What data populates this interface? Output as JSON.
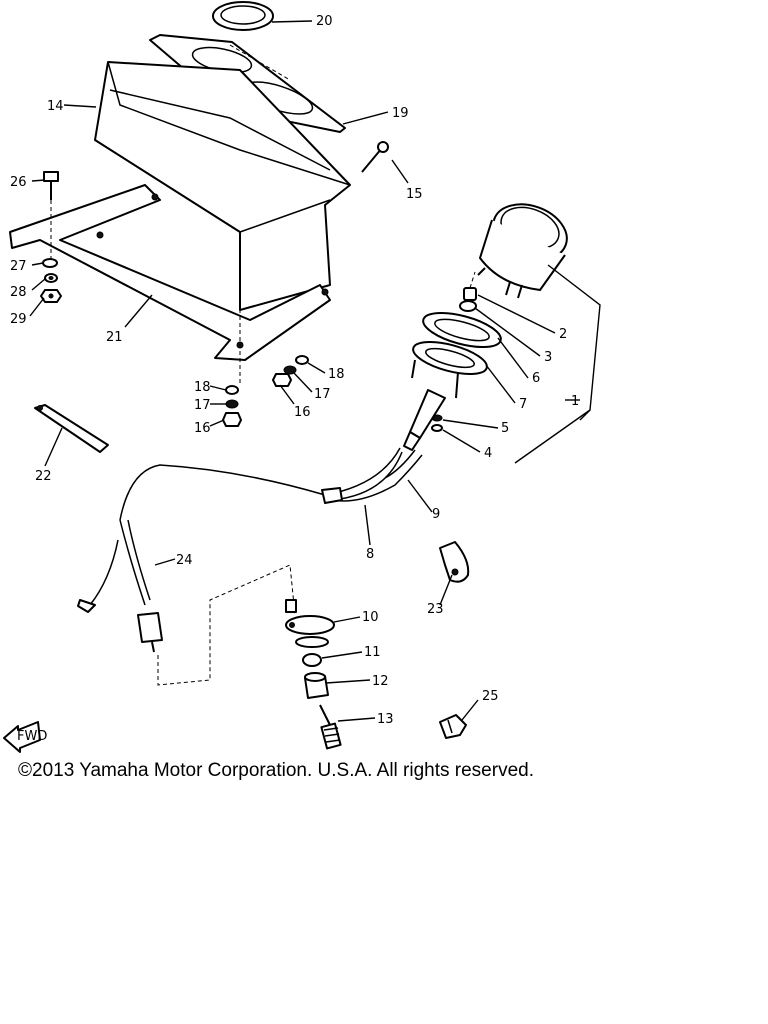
{
  "copyright": "©2013 Yamaha Motor Corporation. U.S.A. All rights reserved.",
  "fwd_label": "FWD",
  "callouts": [
    "1",
    "2",
    "3",
    "4",
    "5",
    "6",
    "7",
    "8",
    "9",
    "10",
    "11",
    "12",
    "13",
    "14",
    "15",
    "16",
    "17",
    "18",
    "19",
    "20",
    "21",
    "22",
    "23",
    "24",
    "25",
    "26",
    "27",
    "28",
    "29"
  ],
  "repeat_callouts": [
    "16",
    "17",
    "18"
  ]
}
